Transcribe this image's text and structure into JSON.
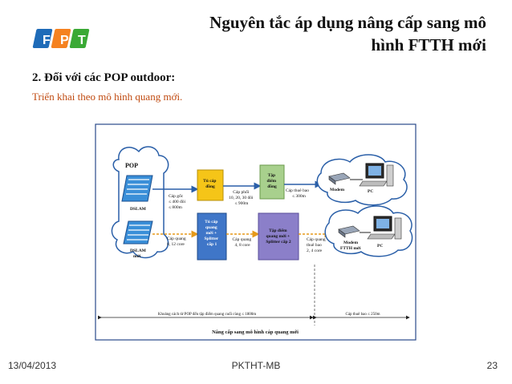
{
  "slide": {
    "title_line1": "Nguyên tắc áp dụng nâng cấp sang mô",
    "title_line2": "hình FTTH mới",
    "section_heading": "2. Đối với các POP outdoor:",
    "section_text": "Triển khai theo mô hình quang mới."
  },
  "logo": {
    "text": "FPT",
    "colors": [
      "#1e6bb8",
      "#f58220",
      "#3aa935"
    ]
  },
  "diagram": {
    "pop_label": "POP",
    "dslam_label": "DSLAM",
    "dslam_new_label": "DSLAM mới",
    "cable_goc": [
      "Cáp gốc",
      "≤ 400 đôi",
      "≤ 800m"
    ],
    "tu_cap_dong": [
      "Tủ cáp",
      "đồng"
    ],
    "cap_phoi": [
      "Cáp phối",
      "10, 20, 30 đôi",
      "≤ 900m"
    ],
    "tap_diem_dong": [
      "Tập",
      "điểm",
      "đồng"
    ],
    "cap_thue_bao_top": [
      "Cáp thuê bao",
      "≤ 300m"
    ],
    "modem_label": "Modem",
    "pc_label": "PC",
    "cap_quang_left": [
      "Cáp quang",
      "8, 12 core"
    ],
    "tu_cap_quang": [
      "Tủ cáp",
      "quang",
      "mới +",
      "Splitter",
      "cấp 1"
    ],
    "cap_quang_mid": [
      "Cáp quang",
      "4, 8 core"
    ],
    "tap_diem_quang": [
      "Tập điểm",
      "quang mới +",
      "Splitter cấp 2"
    ],
    "cap_quang_right": [
      "Cáp quang",
      "thuê bao",
      "2, 4 core"
    ],
    "modem_ftth_label": [
      "Modem",
      "FTTH mới"
    ],
    "pc_label_bottom": "PC",
    "distance_left": "Khoảng cách từ POP đến tập điểm quang cuối cùng ≤ 1800m",
    "distance_right": "Cáp thuê bao ≤ 250m",
    "caption": "Nâng cấp sang mô hình cáp quang mới"
  },
  "footer": {
    "date": "13/04/2013",
    "center": "PKTHT-MB",
    "page": "23"
  }
}
